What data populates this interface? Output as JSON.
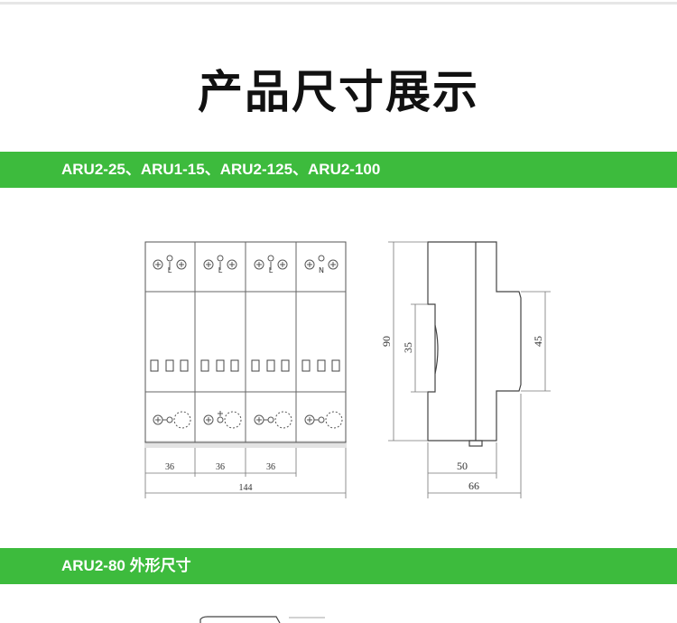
{
  "page": {
    "title": "产品尺寸展示"
  },
  "sections": [
    {
      "label": "ARU2-25、ARU1-15、ARU2-125、ARU2-100"
    },
    {
      "label": "ARU2-80 外形尺寸"
    }
  ],
  "front_view": {
    "top_labels": [
      "L",
      "L",
      "L",
      "N"
    ],
    "module_widths": [
      "36",
      "36",
      "36"
    ],
    "total_width": "144"
  },
  "side_view": {
    "height": "90",
    "rail_height": "35",
    "front_height": "45",
    "depth_small": "50",
    "depth_total": "66"
  },
  "colors": {
    "band": "#3dbb3d",
    "line": "#555555"
  }
}
